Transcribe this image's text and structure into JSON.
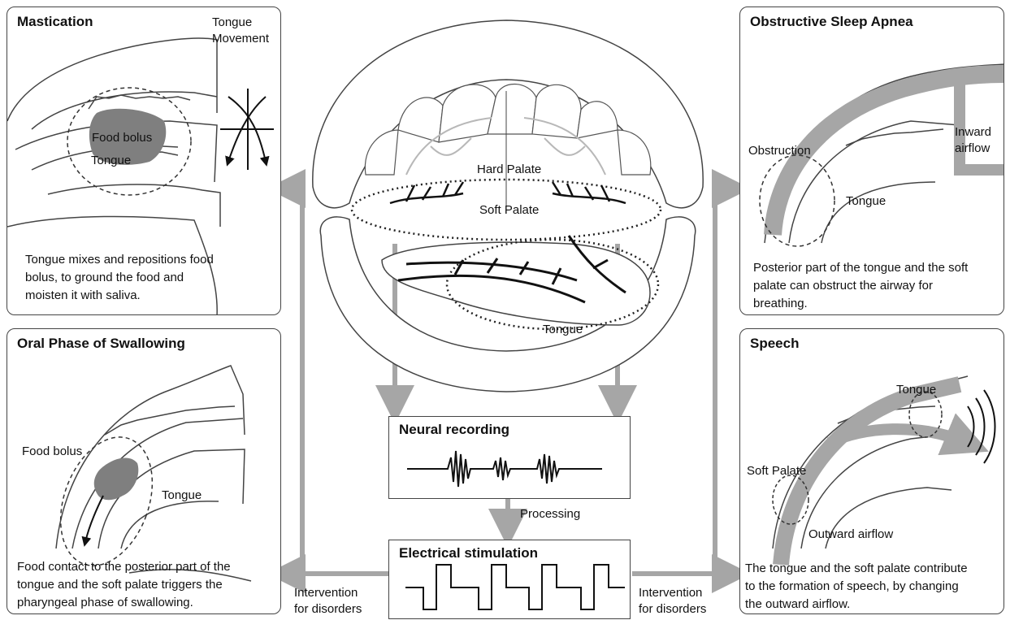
{
  "mastication": {
    "title": "Mastication",
    "tongue_movement_line1": "Tongue",
    "tongue_movement_line2": "Movement",
    "food_bolus": "Food bolus",
    "tongue": "Tongue",
    "description_lines": [
      "Tongue mixes and repositions food",
      "bolus, to ground the food and",
      "moisten it with saliva."
    ]
  },
  "swallowing": {
    "title": "Oral Phase of Swallowing",
    "food_bolus": "Food bolus",
    "tongue": "Tongue",
    "description_lines": [
      "Food contact to the posterior part of the",
      "tongue and the soft palate triggers the",
      "pharyngeal phase of swallowing."
    ]
  },
  "apnea": {
    "title": "Obstructive Sleep Apnea",
    "inward_line1": "Inward",
    "inward_line2": "airflow",
    "obstruction": "Obstruction",
    "tongue": "Tongue",
    "description_lines": [
      "Posterior part of the tongue and the soft",
      "palate can obstruct the airway for",
      "breathing."
    ]
  },
  "speech": {
    "title": "Speech",
    "tongue": "Tongue",
    "soft_palate": "Soft Palate",
    "outward_airflow": "Outward airflow",
    "description_lines": [
      "The tongue and the soft palate contribute",
      "to the formation of speech, by changing",
      "the outward airflow."
    ]
  },
  "mouth": {
    "hard_palate": "Hard Palate",
    "soft_palate": "Soft Palate",
    "tongue": "Tongue"
  },
  "neural_recording": {
    "title": "Neural recording"
  },
  "processing": "Processing",
  "electrical_stimulation": {
    "title": "Electrical stimulation"
  },
  "intervention_left": {
    "line1": "Intervention",
    "line2": "for disorders"
  },
  "intervention_right": {
    "line1": "Intervention",
    "line2": "for disorders"
  },
  "colors": {
    "arrow": "#a6a6a6",
    "bolus": "#7f7f7f",
    "outline": "#444444"
  }
}
